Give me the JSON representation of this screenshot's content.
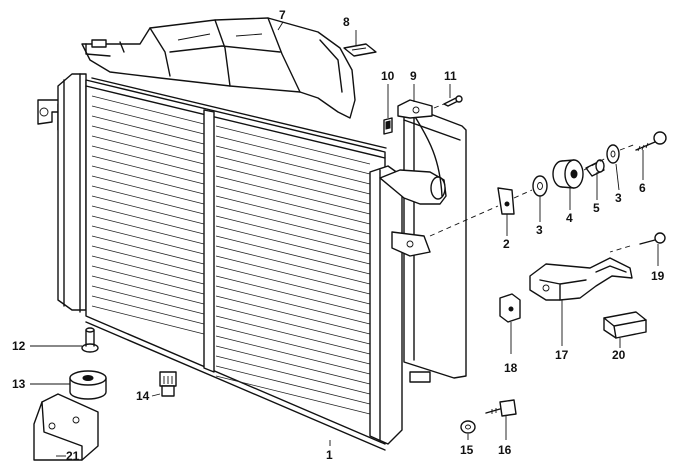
{
  "callouts": [
    {
      "id": "1",
      "text": "1"
    },
    {
      "id": "2",
      "text": "2"
    },
    {
      "id": "3a",
      "text": "3"
    },
    {
      "id": "3b",
      "text": "3"
    },
    {
      "id": "4",
      "text": "4"
    },
    {
      "id": "5",
      "text": "5"
    },
    {
      "id": "6",
      "text": "6"
    },
    {
      "id": "7",
      "text": "7"
    },
    {
      "id": "8",
      "text": "8"
    },
    {
      "id": "9",
      "text": "9"
    },
    {
      "id": "10",
      "text": "10"
    },
    {
      "id": "11",
      "text": "11"
    },
    {
      "id": "12",
      "text": "12"
    },
    {
      "id": "13",
      "text": "13"
    },
    {
      "id": "14",
      "text": "14"
    },
    {
      "id": "15",
      "text": "15"
    },
    {
      "id": "16",
      "text": "16"
    },
    {
      "id": "17",
      "text": "17"
    },
    {
      "id": "18",
      "text": "18"
    },
    {
      "id": "19",
      "text": "19"
    },
    {
      "id": "20",
      "text": "20"
    },
    {
      "id": "21",
      "text": "21"
    }
  ],
  "colors": {
    "line": "#111111",
    "background": "#ffffff"
  }
}
